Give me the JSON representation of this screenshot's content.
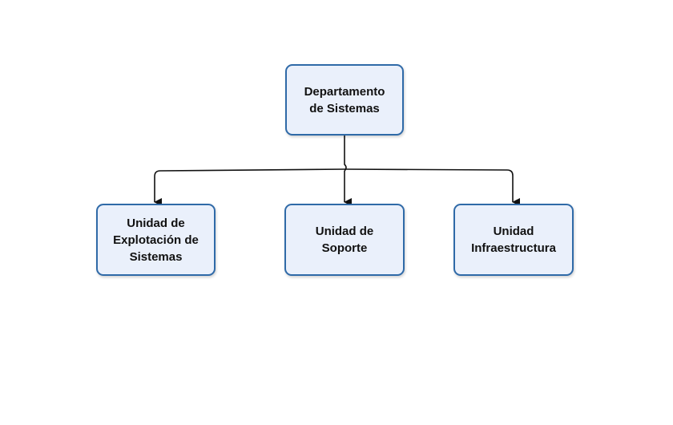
{
  "diagram": {
    "nodes": {
      "root": {
        "label": "Departamento\nde Sistemas"
      },
      "explotacion": {
        "label": "Unidad de\nExplotación de\nSistemas"
      },
      "soporte": {
        "label": "Unidad de\nSoporte"
      },
      "infraestructura": {
        "label": "Unidad\nInfraestructura"
      }
    },
    "edges": [
      {
        "from": "root",
        "to": "explotacion"
      },
      {
        "from": "root",
        "to": "soporte"
      },
      {
        "from": "root",
        "to": "infraestructura"
      }
    ],
    "colors": {
      "node_fill": "#eaf0fb",
      "node_border": "#2f6aa8",
      "connector": "#111111"
    }
  }
}
